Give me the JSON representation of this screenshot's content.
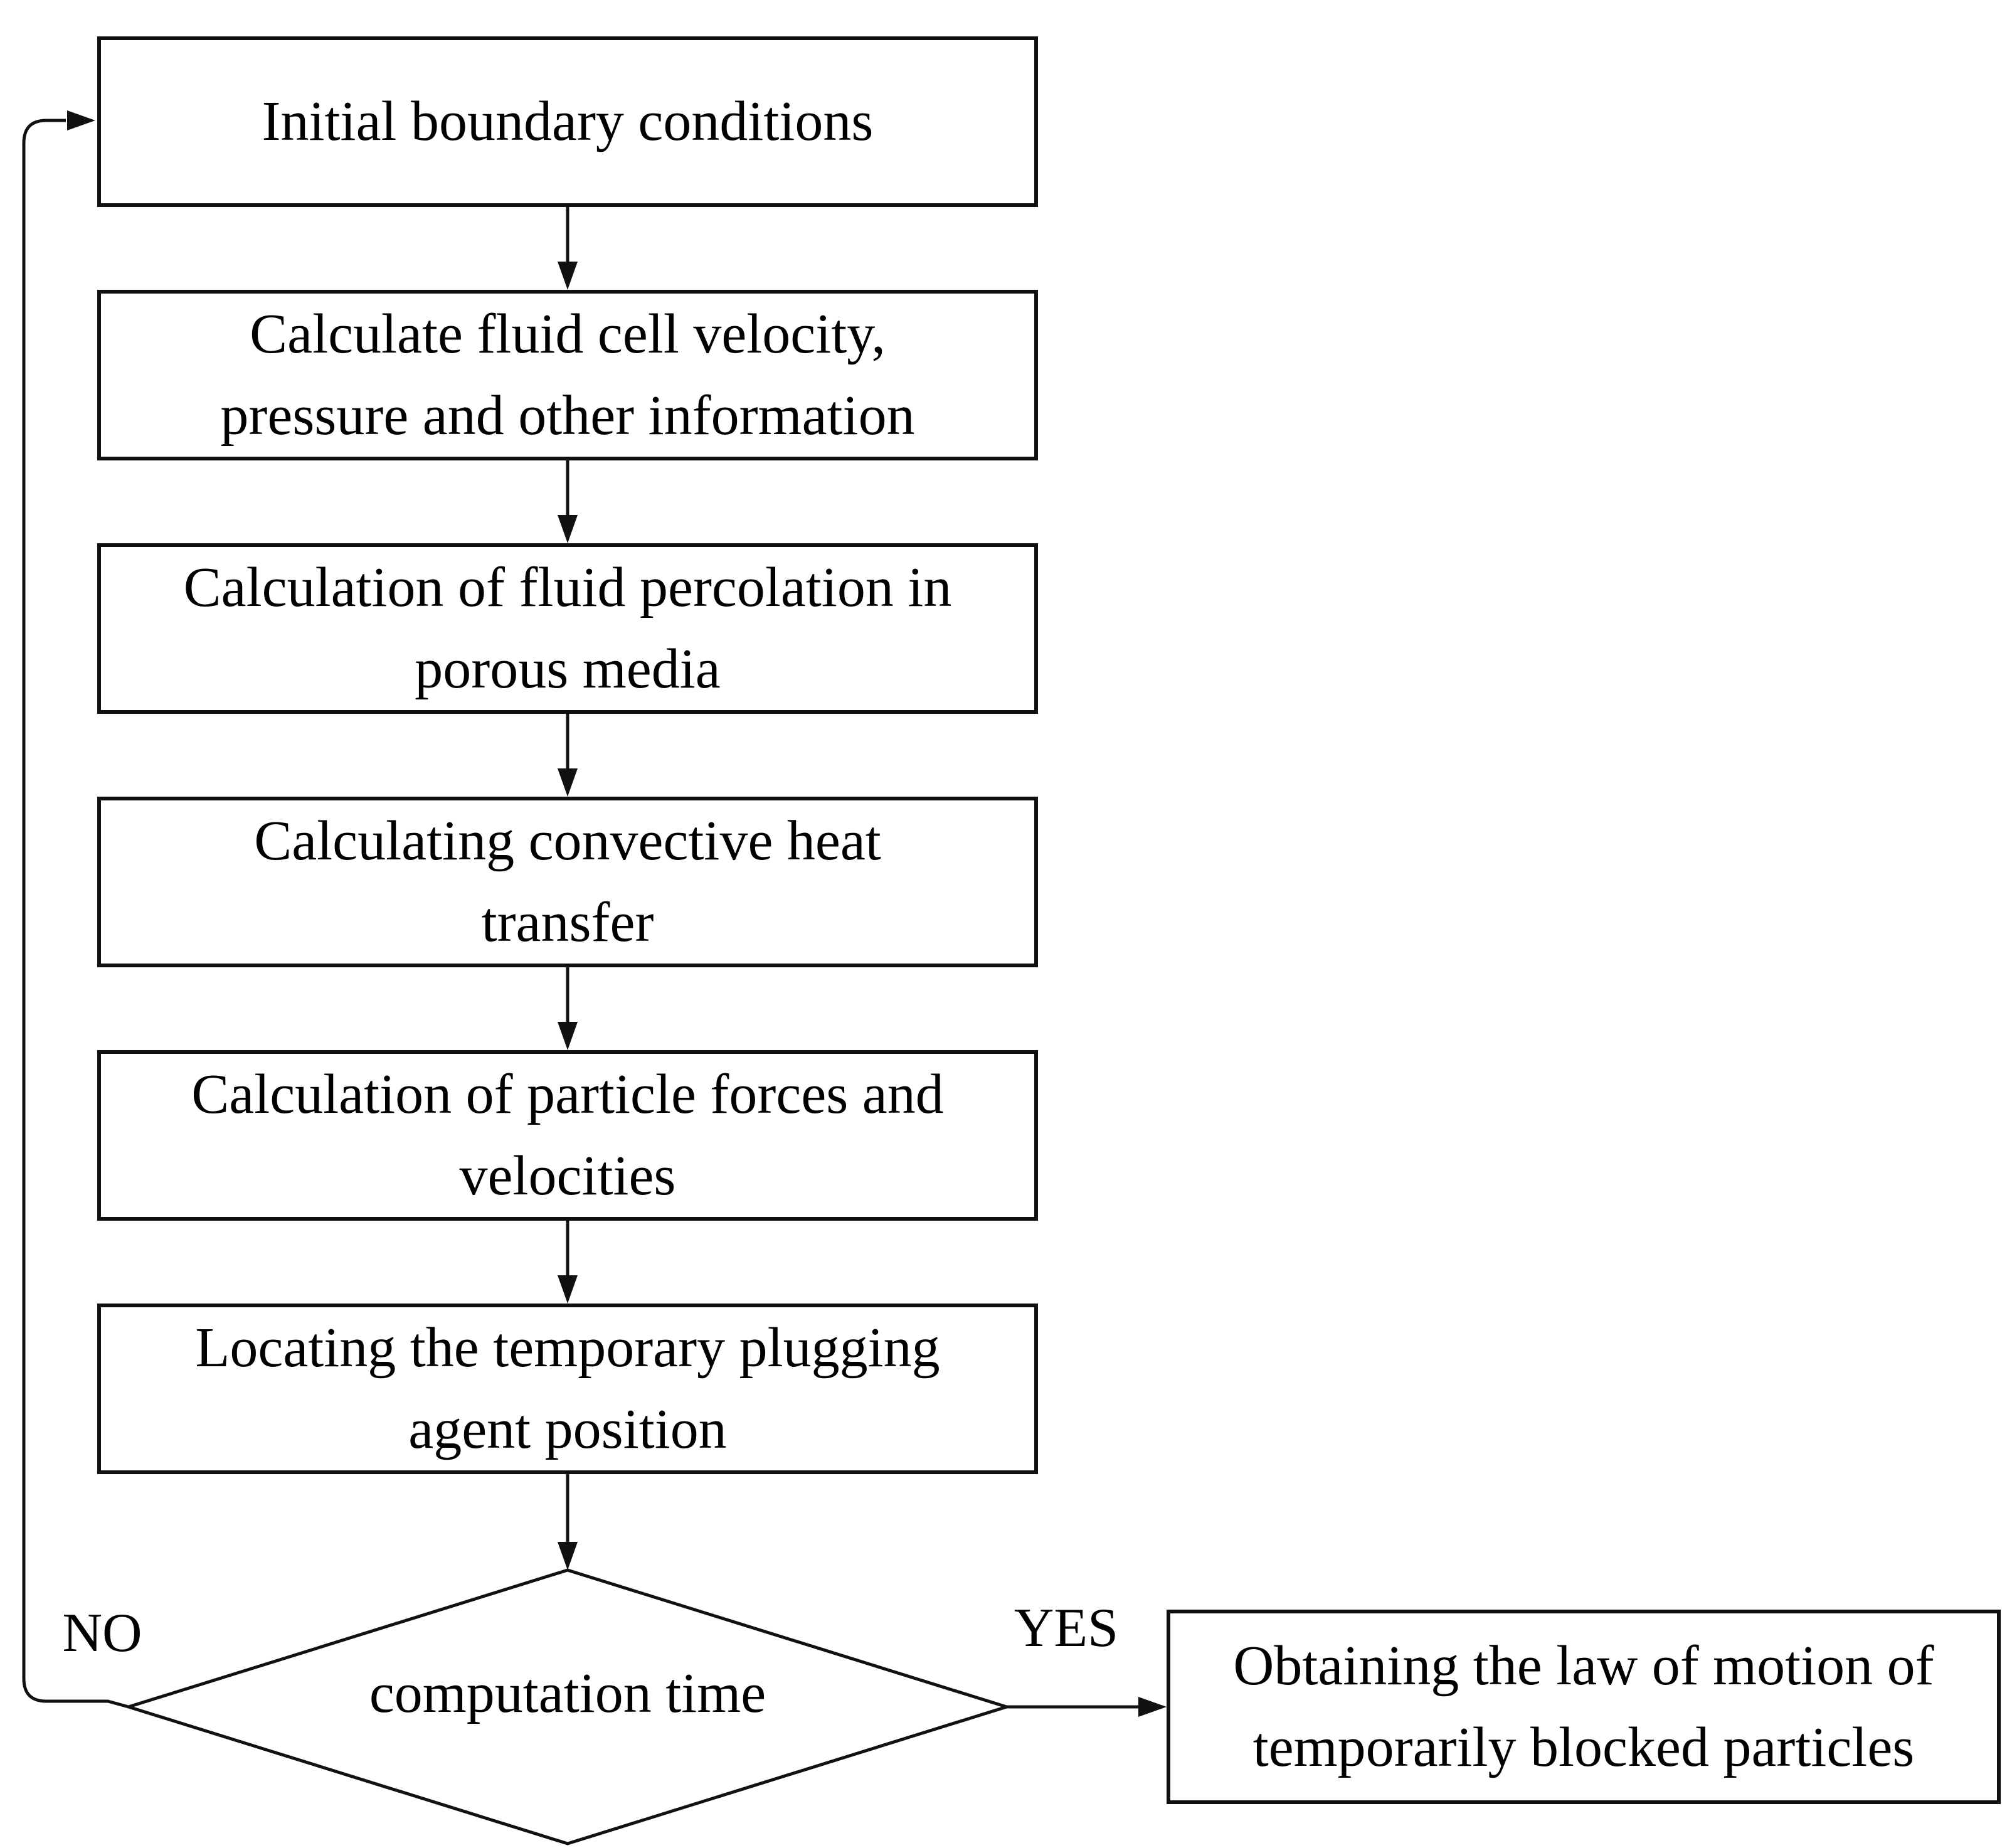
{
  "page": {
    "background": "#ffffff",
    "line_color": "#111111",
    "box_background": "#ffffff",
    "text_color": "#000000"
  },
  "flowchart": {
    "steps": [
      {
        "id": "initial-conditions",
        "label": "Initial boundary conditions"
      },
      {
        "id": "fluid-cell",
        "label": "Calculate fluid cell velocity, pressure and other information"
      },
      {
        "id": "percolation",
        "label": "Calculation of fluid percolation in porous media"
      },
      {
        "id": "heat-transfer",
        "label": "Calculating convective heat transfer"
      },
      {
        "id": "particle-forces",
        "label": "Calculation of particle forces and velocities"
      },
      {
        "id": "plugging-position",
        "label": "Locating the temporary plugging agent position"
      }
    ],
    "decision": {
      "label": "computation time"
    },
    "result": {
      "label": "Obtaining the law of motion of temporarily blocked particles"
    },
    "edges": {
      "no_label": "NO",
      "yes_label": "YES"
    }
  }
}
